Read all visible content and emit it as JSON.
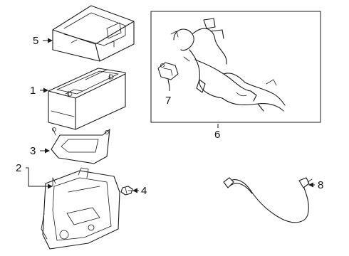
{
  "callouts": [
    {
      "id": "1",
      "part": "battery"
    },
    {
      "id": "2",
      "part": "battery-tray"
    },
    {
      "id": "3",
      "part": "hold-down-bracket"
    },
    {
      "id": "4",
      "part": "bolt"
    },
    {
      "id": "5",
      "part": "battery-cover"
    },
    {
      "id": "6",
      "part": "wiring-harness"
    },
    {
      "id": "7",
      "part": "terminal-connector"
    },
    {
      "id": "8",
      "part": "negative-cable"
    }
  ]
}
